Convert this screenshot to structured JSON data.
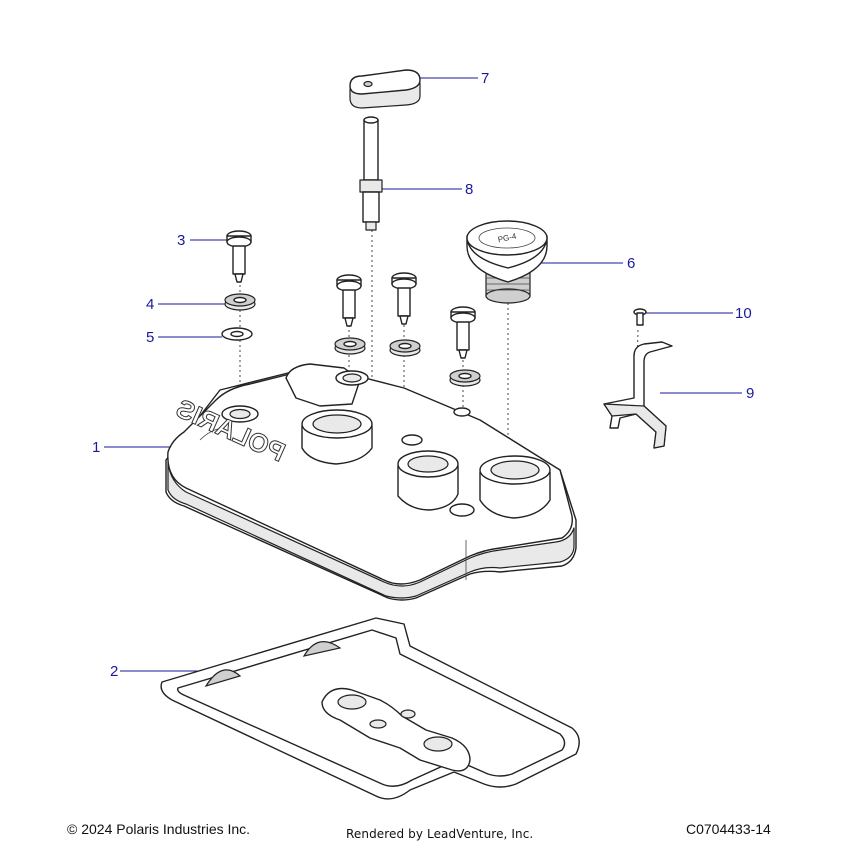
{
  "callouts": [
    {
      "num": "1"
    },
    {
      "num": "2"
    },
    {
      "num": "3"
    },
    {
      "num": "4"
    },
    {
      "num": "5"
    },
    {
      "num": "6"
    },
    {
      "num": "7"
    },
    {
      "num": "8"
    },
    {
      "num": "9"
    },
    {
      "num": "10"
    }
  ],
  "footer": {
    "copyright": "© 2024 Polaris Industries Inc.",
    "rendered_by": "Rendered by LeadVenture, Inc.",
    "diagram_code": "C0704433-14"
  },
  "embossed_text": {
    "cover_logo": "POLARIS",
    "cap_marking": "PG-4"
  },
  "colors": {
    "callout": "#1a1a9a",
    "outline": "#222222",
    "background": "#ffffff"
  }
}
